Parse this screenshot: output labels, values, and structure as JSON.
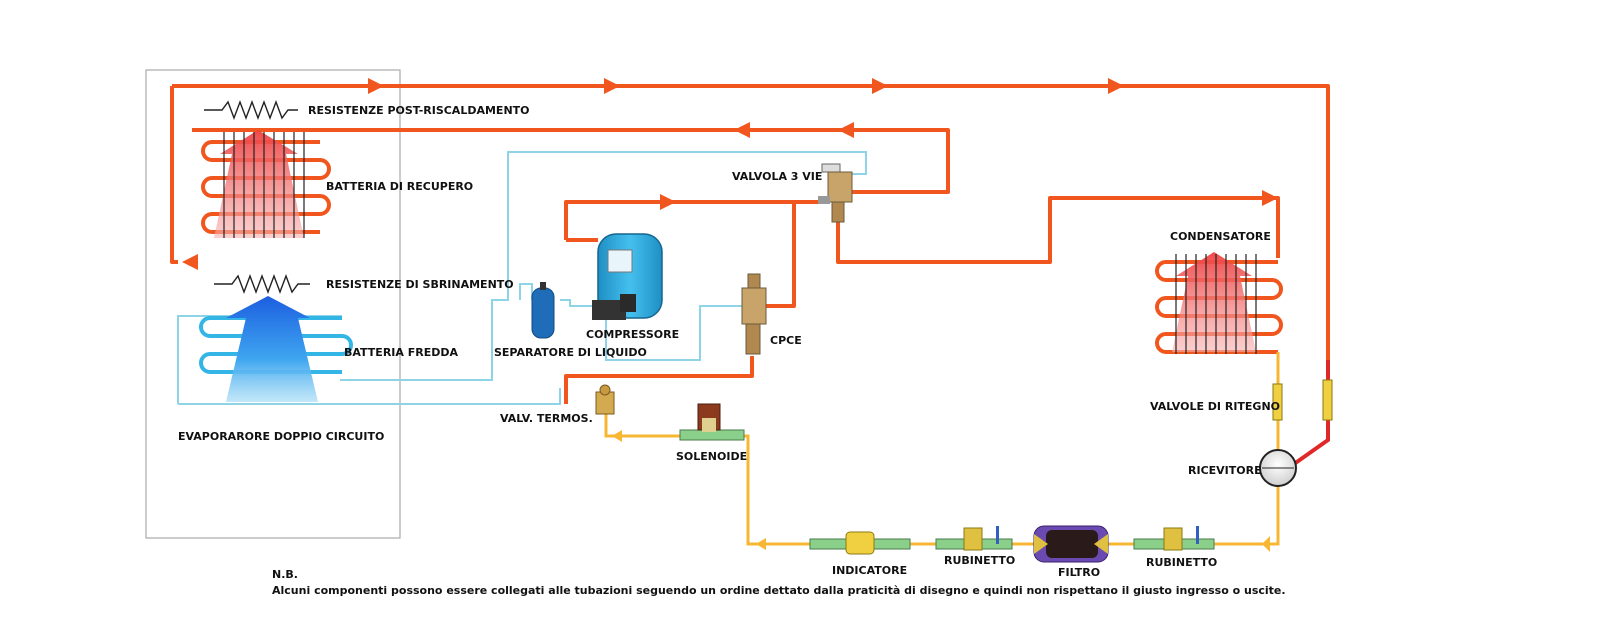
{
  "labels": {
    "post_heating_resistors": "RESISTENZE POST-RISCALDAMENTO",
    "recovery_coil": "BATTERIA DI RECUPERO",
    "defrost_resistors": "RESISTENZE DI SBRINAMENTO",
    "cold_coil": "BATTERIA FREDDA",
    "evaporator": "EVAPORARORE DOPPIO CIRCUITO",
    "valve_3way": "VALVOLA 3 VIE",
    "compressor": "COMPRESSORE",
    "liquid_separator": "SEPARATORE DI LIQUIDO",
    "cpce": "CPCE",
    "thermo_valve": "VALV. TERMOS.",
    "solenoid": "SOLENOIDE",
    "condenser": "CONDENSATORE",
    "check_valves": "VALVOLE DI RITEGNO",
    "receiver": "RICEVITORE",
    "indicator": "INDICATORE",
    "tap_left": "RUBINETTO",
    "filter": "FILTRO",
    "tap_right": "RUBINETTO"
  },
  "note": {
    "title": "N.B.",
    "text": "Alcuni componenti possono essere collegati alle  tubazioni seguendo un ordine dettato dalla praticità di disegno e quindi non rispettano il giusto ingresso o uscite."
  },
  "colors": {
    "hot_gas": "#f0561e",
    "discharge_red": "#e02828",
    "liquid": "#f7b733",
    "suction": "#8fd3e6",
    "cold_coil": "#33b5e5",
    "compressor": "#29a9dc",
    "frame": "#9a9a9a"
  }
}
